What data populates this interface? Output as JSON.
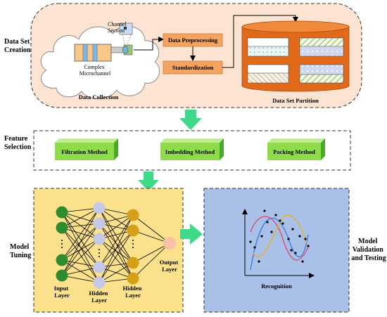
{
  "stages": {
    "data_set_creation": [
      "Data Set",
      "Creation"
    ],
    "feature_selection": [
      "Feature",
      "Selection"
    ],
    "model_tuning": [
      "Model",
      "Tuning"
    ],
    "model_validation": [
      "Model",
      "Validation",
      "and Testing"
    ]
  },
  "data_collection": {
    "channel_section": [
      "Channel",
      "Section"
    ],
    "complex_microchannel": [
      "Complex",
      "Microchannel"
    ],
    "caption": "Data Collection"
  },
  "processing": {
    "preprocessing": "Data Preprocessing",
    "standardization": "Standardization"
  },
  "partition": {
    "caption": "Data Set Partition"
  },
  "feature_methods": {
    "filtration": "Filtration Method",
    "imbedding": "Imbedding Method",
    "packing": "Packing Method"
  },
  "network": {
    "input_layer": [
      "Input",
      "Layer"
    ],
    "hidden_layer_1": [
      "Hidden",
      "Layer"
    ],
    "hidden_layer_2": [
      "Hidden",
      "Layer"
    ],
    "output_layer": [
      "Output",
      "Layer"
    ]
  },
  "recognition": {
    "caption": "Recognition"
  },
  "colors": {
    "creation_fill": "#fde4d2",
    "orange": "#f4a460",
    "orange_dark": "#e06a1a",
    "green_box": "#8fdc4a",
    "green_arrow": "#3fd98a",
    "tuning_fill": "#fbe18c",
    "validation_fill": "#a9c1e8",
    "input_node": "#2e8b2e",
    "hidden_node": "#c6c8ea",
    "hidden2_node": "#d4a017",
    "output_node": "#f7c2a8"
  }
}
